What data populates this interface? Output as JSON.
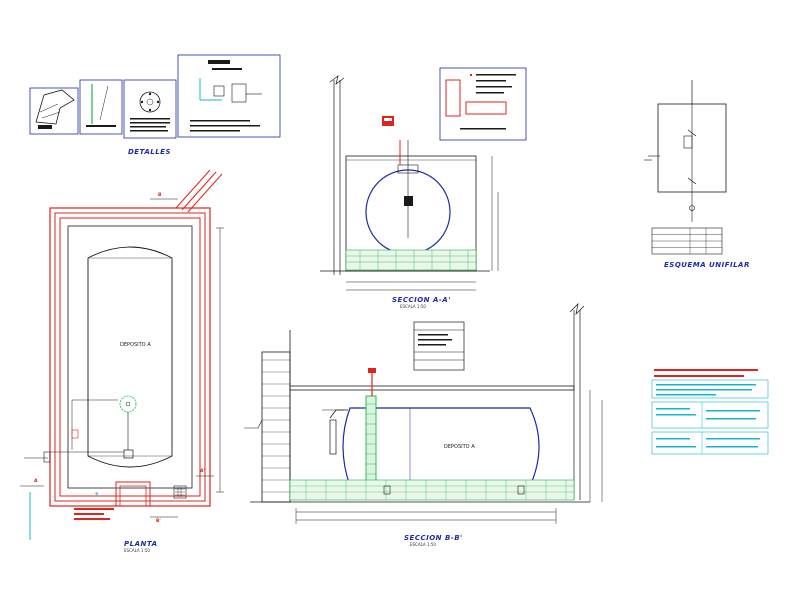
{
  "colors": {
    "wall_red": "#e0231c",
    "frame_blue": "#1c2aa8",
    "pipe_cyan": "#10b8cc",
    "pipe_green": "#1fb34a",
    "line_dark": "#1a1a1a"
  },
  "titles": {
    "detalles": "DETALLES",
    "planta": "PLANTA",
    "seccion_aa": "SECCION A-A'",
    "seccion_bb": "SECCION B-B'",
    "esquema": "ESQUEMA UNIFILAR"
  },
  "scales": {
    "planta": "ESCALA 1:50",
    "seccion_aa": "ESCALA 1:50",
    "seccion_bb": "ESCALA 1:50"
  },
  "section_marks": {
    "a_start": "A",
    "a_end": "A'",
    "b_start": "B",
    "b_end": "B'"
  },
  "tank_label": {
    "planta": "DEPOSITO A",
    "seccion_bb": "DEPOSITO A"
  },
  "icons": [
    "detail-block-icon",
    "valve-icon",
    "flange-icon",
    "grounding-icon",
    "manhole-icon"
  ]
}
